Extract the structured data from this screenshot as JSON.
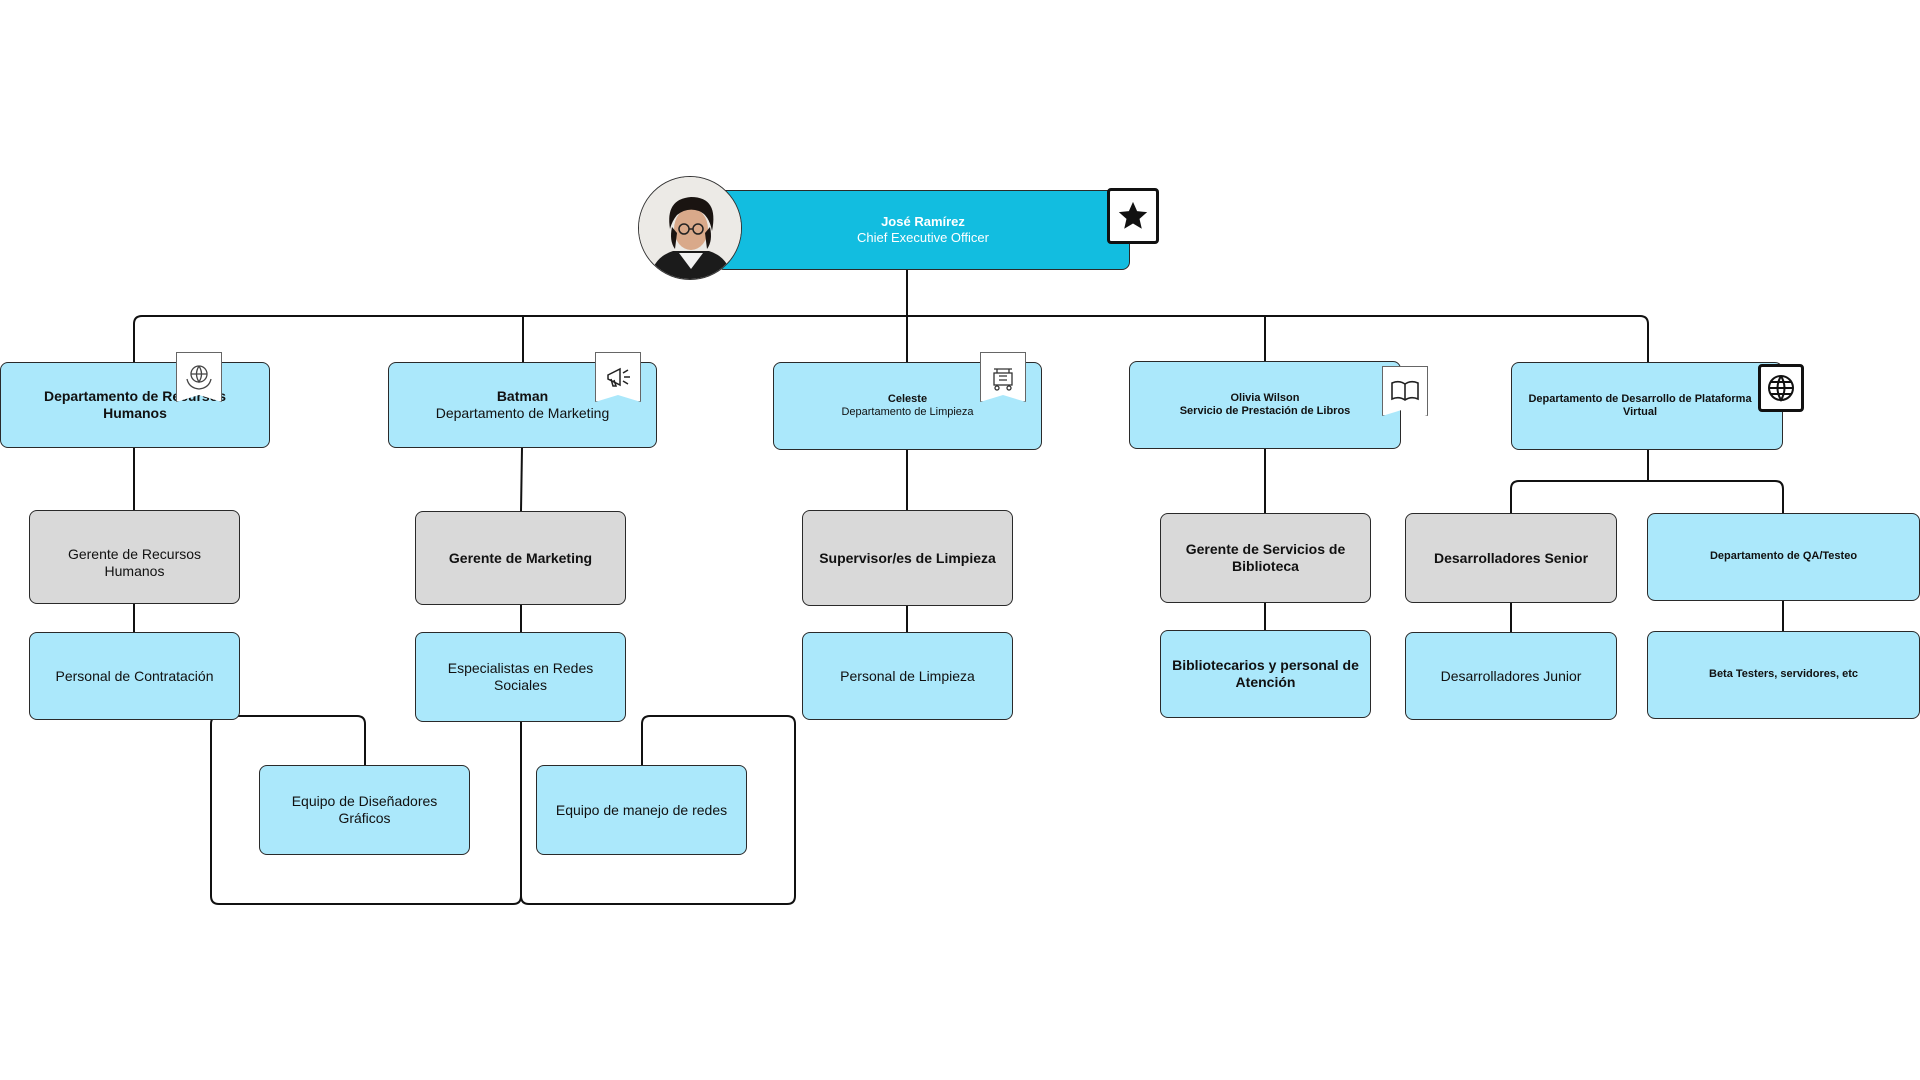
{
  "ceo": {
    "name": "José Ramírez",
    "title": "Chief Executive Officer"
  },
  "departments": {
    "hr": {
      "title": "Departamento de Recursos Humanos"
    },
    "marketing": {
      "name": "Batman",
      "title": "Departamento de Marketing"
    },
    "cleaning": {
      "name": "Celeste",
      "title": "Departamento de Limpieza"
    },
    "library": {
      "name": "Olivia Wilson",
      "title": "Servicio de Prestación de Libros"
    },
    "platform": {
      "title": "Departamento de Desarrollo de Plataforma Virtual"
    }
  },
  "nodes": {
    "hr_manager": "Gerente de Recursos Humanos",
    "hiring_staff": "Personal de Contratación",
    "marketing_manager": "Gerente de Marketing",
    "social_specialists": "Especialistas en Redes Sociales",
    "design_team": "Equipo de Diseñadores Gráficos",
    "network_team": "Equipo de manejo de redes",
    "cleaning_supervisors": "Supervisor/es de Limpieza",
    "cleaning_staff": "Personal de Limpieza",
    "library_manager": "Gerente de Servicios de Biblioteca",
    "librarians": "Bibliotecarios y personal de Atención",
    "senior_devs": "Desarrolladores Senior",
    "junior_devs": "Desarrolladores Junior",
    "qa_dept": "Departamento de QA/Testeo",
    "beta_testers": "Beta Testers, servidores, etc"
  },
  "icons": {
    "ceo": "star-icon",
    "hr": "globe-hands-icon",
    "marketing": "megaphone-icon",
    "cleaning": "cleaning-cart-icon",
    "library": "open-book-icon",
    "platform": "globe-icon"
  },
  "colors": {
    "ceo": "#12bde0",
    "node_blue": "#abe8fb",
    "node_gray": "#d9d9d9",
    "line": "#111111"
  }
}
